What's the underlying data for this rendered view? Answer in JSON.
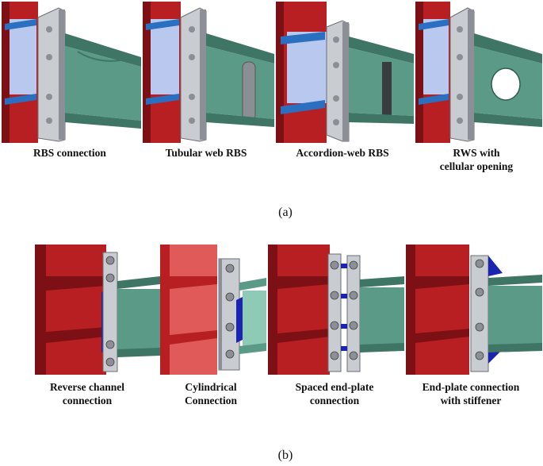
{
  "figure_a": {
    "label": "(a)",
    "panels": [
      {
        "caption": "RBS connection",
        "web": "reduced"
      },
      {
        "caption": "Tubular web RBS",
        "web": "tube"
      },
      {
        "caption": "Accordion-web RBS",
        "web": "accordion"
      },
      {
        "caption": "RWS with\ncellular opening",
        "web": "hole"
      }
    ]
  },
  "figure_b": {
    "label": "(b)",
    "panels": [
      {
        "caption": "Reverse channel\nconnection",
        "detail": "channel"
      },
      {
        "caption": "Cylindrical\nConnection",
        "detail": "cylinder"
      },
      {
        "caption": "Spaced end-plate\nconnection",
        "detail": "spaced"
      },
      {
        "caption": "End-plate connection\nwith stiffener",
        "detail": "stiffener"
      }
    ]
  },
  "colors": {
    "column": "#b71f22",
    "column_dark": "#7d1014",
    "column_light": "#e05a5a",
    "beam": "#5a9a86",
    "beam_dark": "#3f7565",
    "beam_light": "#8fcab6",
    "plate": "#c9ccd0",
    "plate_dark": "#8c9096",
    "flange_blue": "#2b6fc0",
    "web_lightblue": "#b8c8ee",
    "stiffener": "#1a24b0"
  }
}
